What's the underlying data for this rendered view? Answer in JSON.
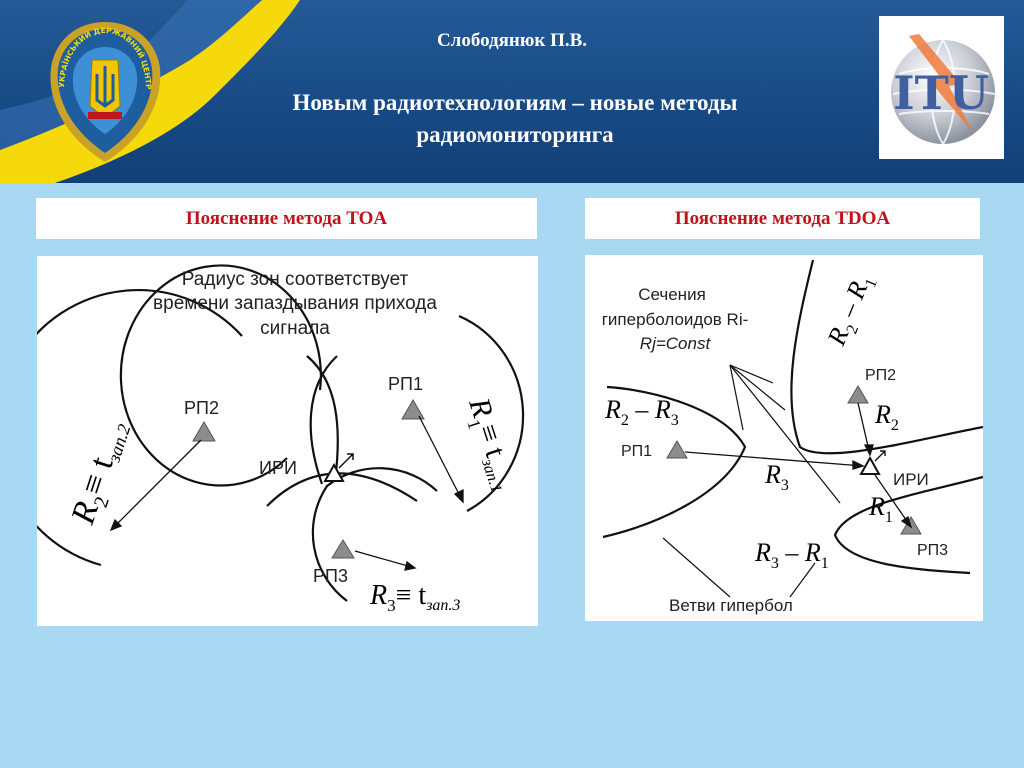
{
  "header": {
    "author": "Слободянюк П.В.",
    "title_line1": "Новым радиотехнологиям – новые методы",
    "title_line2": "радиомониторинга",
    "emblem_ring_text": "УКРАЇНСЬКИЙ ДЕРЖАВНИЙ ЦЕНТР  РАДІОЧАСТОТ",
    "itu_logo_text": "ITU"
  },
  "colors": {
    "header_blue": "#1b4d88",
    "flag_yellow": "#f5d90a",
    "slide_background": "#a9d9f2",
    "caption_text": "#c0141c"
  },
  "toa": {
    "caption": "Пояснение метода TOA",
    "note_line1": "Радиус зон соответствует",
    "note_line2": "времени запаздывания прихода",
    "note_line3": "сигнала",
    "rp1": "РП1",
    "rp2": "РП2",
    "rp3": "РП3",
    "iri": "ИРИ",
    "eq_r1_R": "R",
    "eq_r1_sub": "1",
    "eq_r1_rest": "≡ t",
    "eq_r1_tsub": "зап.1",
    "eq_r2_R": "R",
    "eq_r2_sub": "2",
    "eq_r2_rest": "≡ t",
    "eq_r2_tsub": "зап.2",
    "eq_r3_R": "R",
    "eq_r3_sub": "3",
    "eq_r3_rest": "≡ t",
    "eq_r3_tsub": "зап.3"
  },
  "tdoa": {
    "caption": "Пояснение метода TDOA",
    "note_line1": "Сечения",
    "note_line2": "гиперболоидов Ri-",
    "note_line3": "Rj=Const",
    "rp1": "РП1",
    "rp2": "РП2",
    "rp3": "РП3",
    "iri": "ИРИ",
    "branches": "Ветви  гипербол",
    "r1": "R",
    "r1_sub": "1",
    "r2": "R",
    "r2_sub": "2",
    "r3": "R",
    "r3_sub": "3",
    "diff21_a": "R",
    "diff21_a_sub": "2",
    "diff21_op": " – R",
    "diff21_b_sub": "1",
    "diff23_a": "R",
    "diff23_a_sub": "2",
    "diff23_op": " – R",
    "diff23_b_sub": "3",
    "diff31_a": "R",
    "diff31_a_sub": "3",
    "diff31_op": " – R",
    "diff31_b_sub": "1"
  }
}
